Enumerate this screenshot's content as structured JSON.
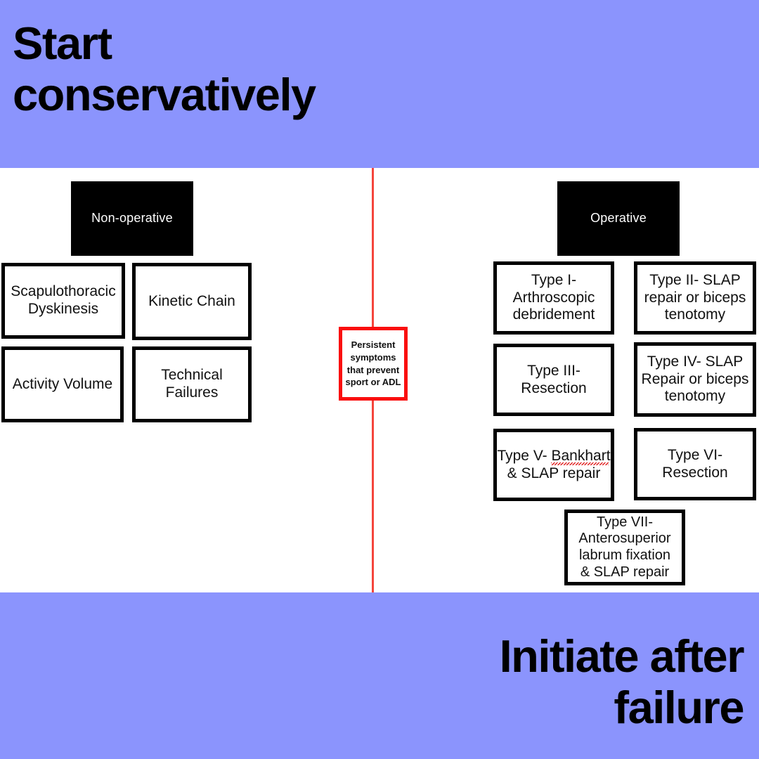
{
  "slide": {
    "background_color": "#ffffff",
    "banner_color": "#8b94fd",
    "divider_color": "#f4453c",
    "top_banner_text": "Start\nconservatively",
    "bottom_banner_text": "Initiate after\nfailure"
  },
  "divider": {
    "name": "vertical-red-divider"
  },
  "non_operative": {
    "header": "Non-operative",
    "items": [
      {
        "label": "Scapulothoracic\nDyskinesis"
      },
      {
        "label": "Kinetic Chain"
      },
      {
        "label": "Activity Volume"
      },
      {
        "label": "Technical\nFailures"
      }
    ]
  },
  "gate": {
    "label": "Persistent\nsymptoms\nthat prevent\nsport or ADL",
    "border_color": "#fa0e0e"
  },
  "operative": {
    "header": "Operative",
    "items": [
      {
        "label": "Type I-\nArthroscopic\ndebridement"
      },
      {
        "label": "Type II- SLAP\nrepair or biceps\ntenotomy"
      },
      {
        "label": "Type III-\nResection"
      },
      {
        "label": "Type IV- SLAP\nRepair or biceps\ntenotomy"
      },
      {
        "label": "Type V- Bankhart\n& SLAP repair"
      },
      {
        "label": "Type VI-\nResection"
      },
      {
        "label": "Type VII-\nAnterosuperior\nlabrum fixation\n& SLAP repair"
      }
    ]
  }
}
